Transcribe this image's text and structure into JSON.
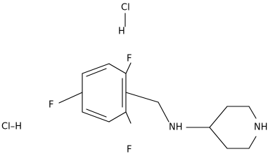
{
  "molecule": {
    "atoms": {
      "hcl_top_cl": "Cl",
      "hcl_top_h": "H",
      "hcl_left": "Cl–H",
      "f_top": "F",
      "f_left": "F",
      "f_bottom": "F",
      "nh_linker": "NH",
      "nh_ring": "NH"
    }
  }
}
